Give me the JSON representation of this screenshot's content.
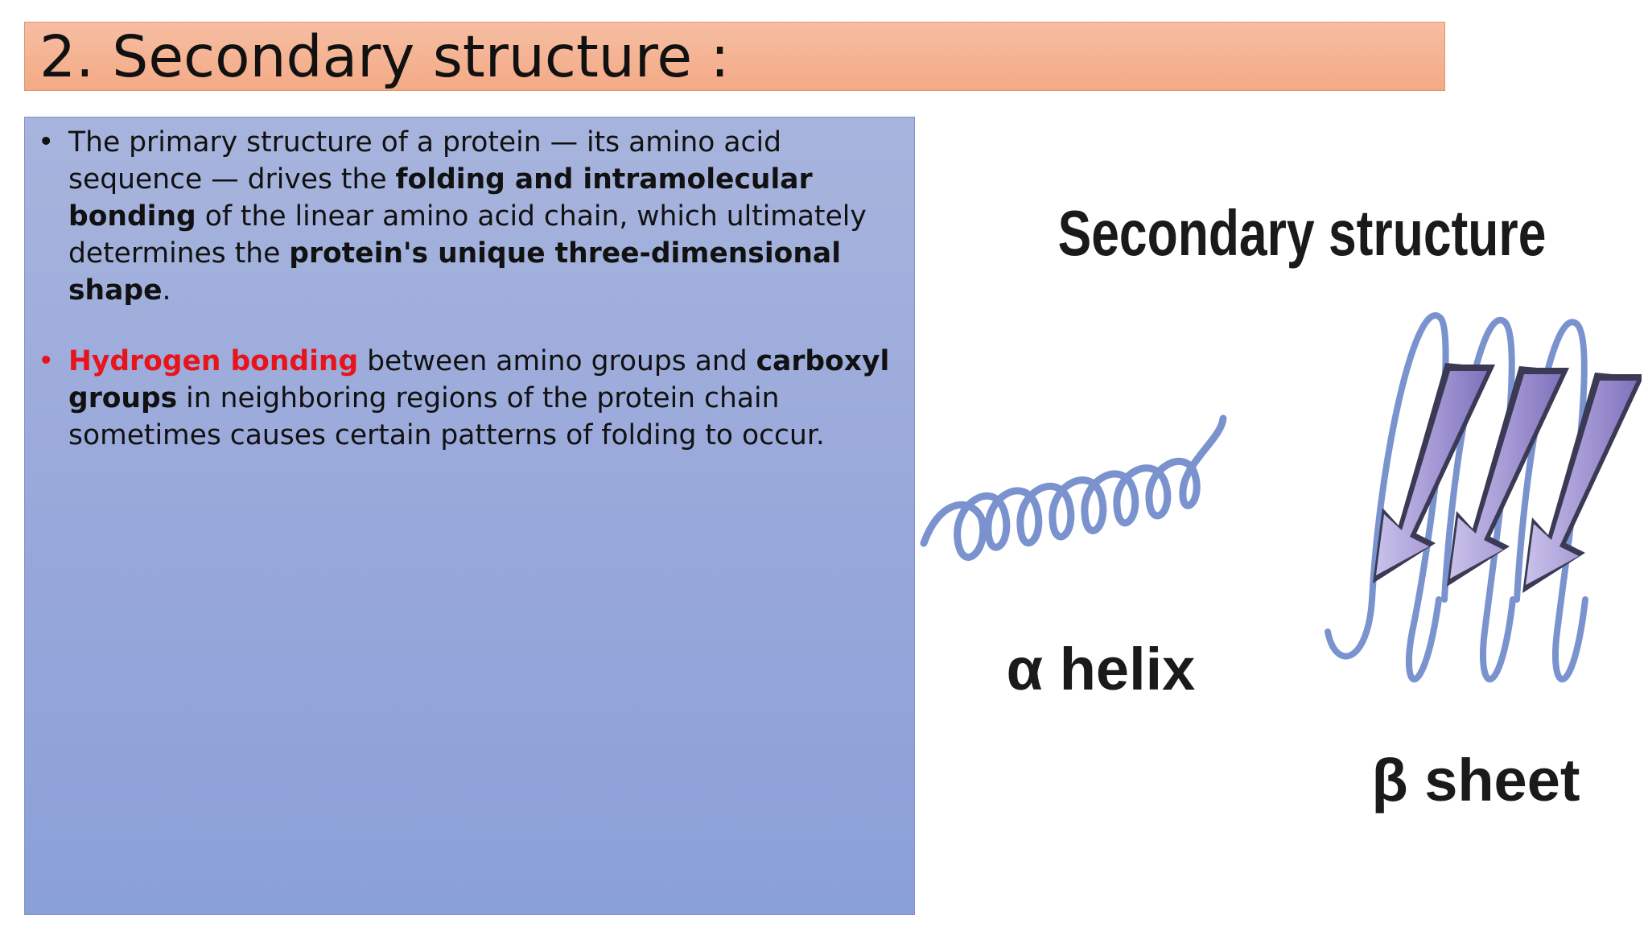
{
  "slide": {
    "title": "2. Secondary structure :"
  },
  "bullets": [
    {
      "text_1": "The primary structure of a protein — its amino acid sequence — drives the ",
      "bold_1": "folding and intramolecular bonding",
      "text_2": " of the linear amino acid chain, which ultimately determines the ",
      "bold_2": "protein's unique three-dimensional shape",
      "text_3": "."
    },
    {
      "red_bold": "Hydrogen bonding",
      "text_1": " between amino groups and ",
      "bold_1": "carboxyl groups",
      "text_2": " in neighboring regions of the protein chain sometimes causes certain patterns of folding to occur."
    }
  ],
  "figure": {
    "heading": "Secondary structure",
    "alpha_label": "α helix",
    "beta_label": "β sheet",
    "colors": {
      "helix_blue": "#7a93cf",
      "arrow_purple": "#9a8fcf",
      "arrow_dark": "#3a3a55"
    }
  }
}
